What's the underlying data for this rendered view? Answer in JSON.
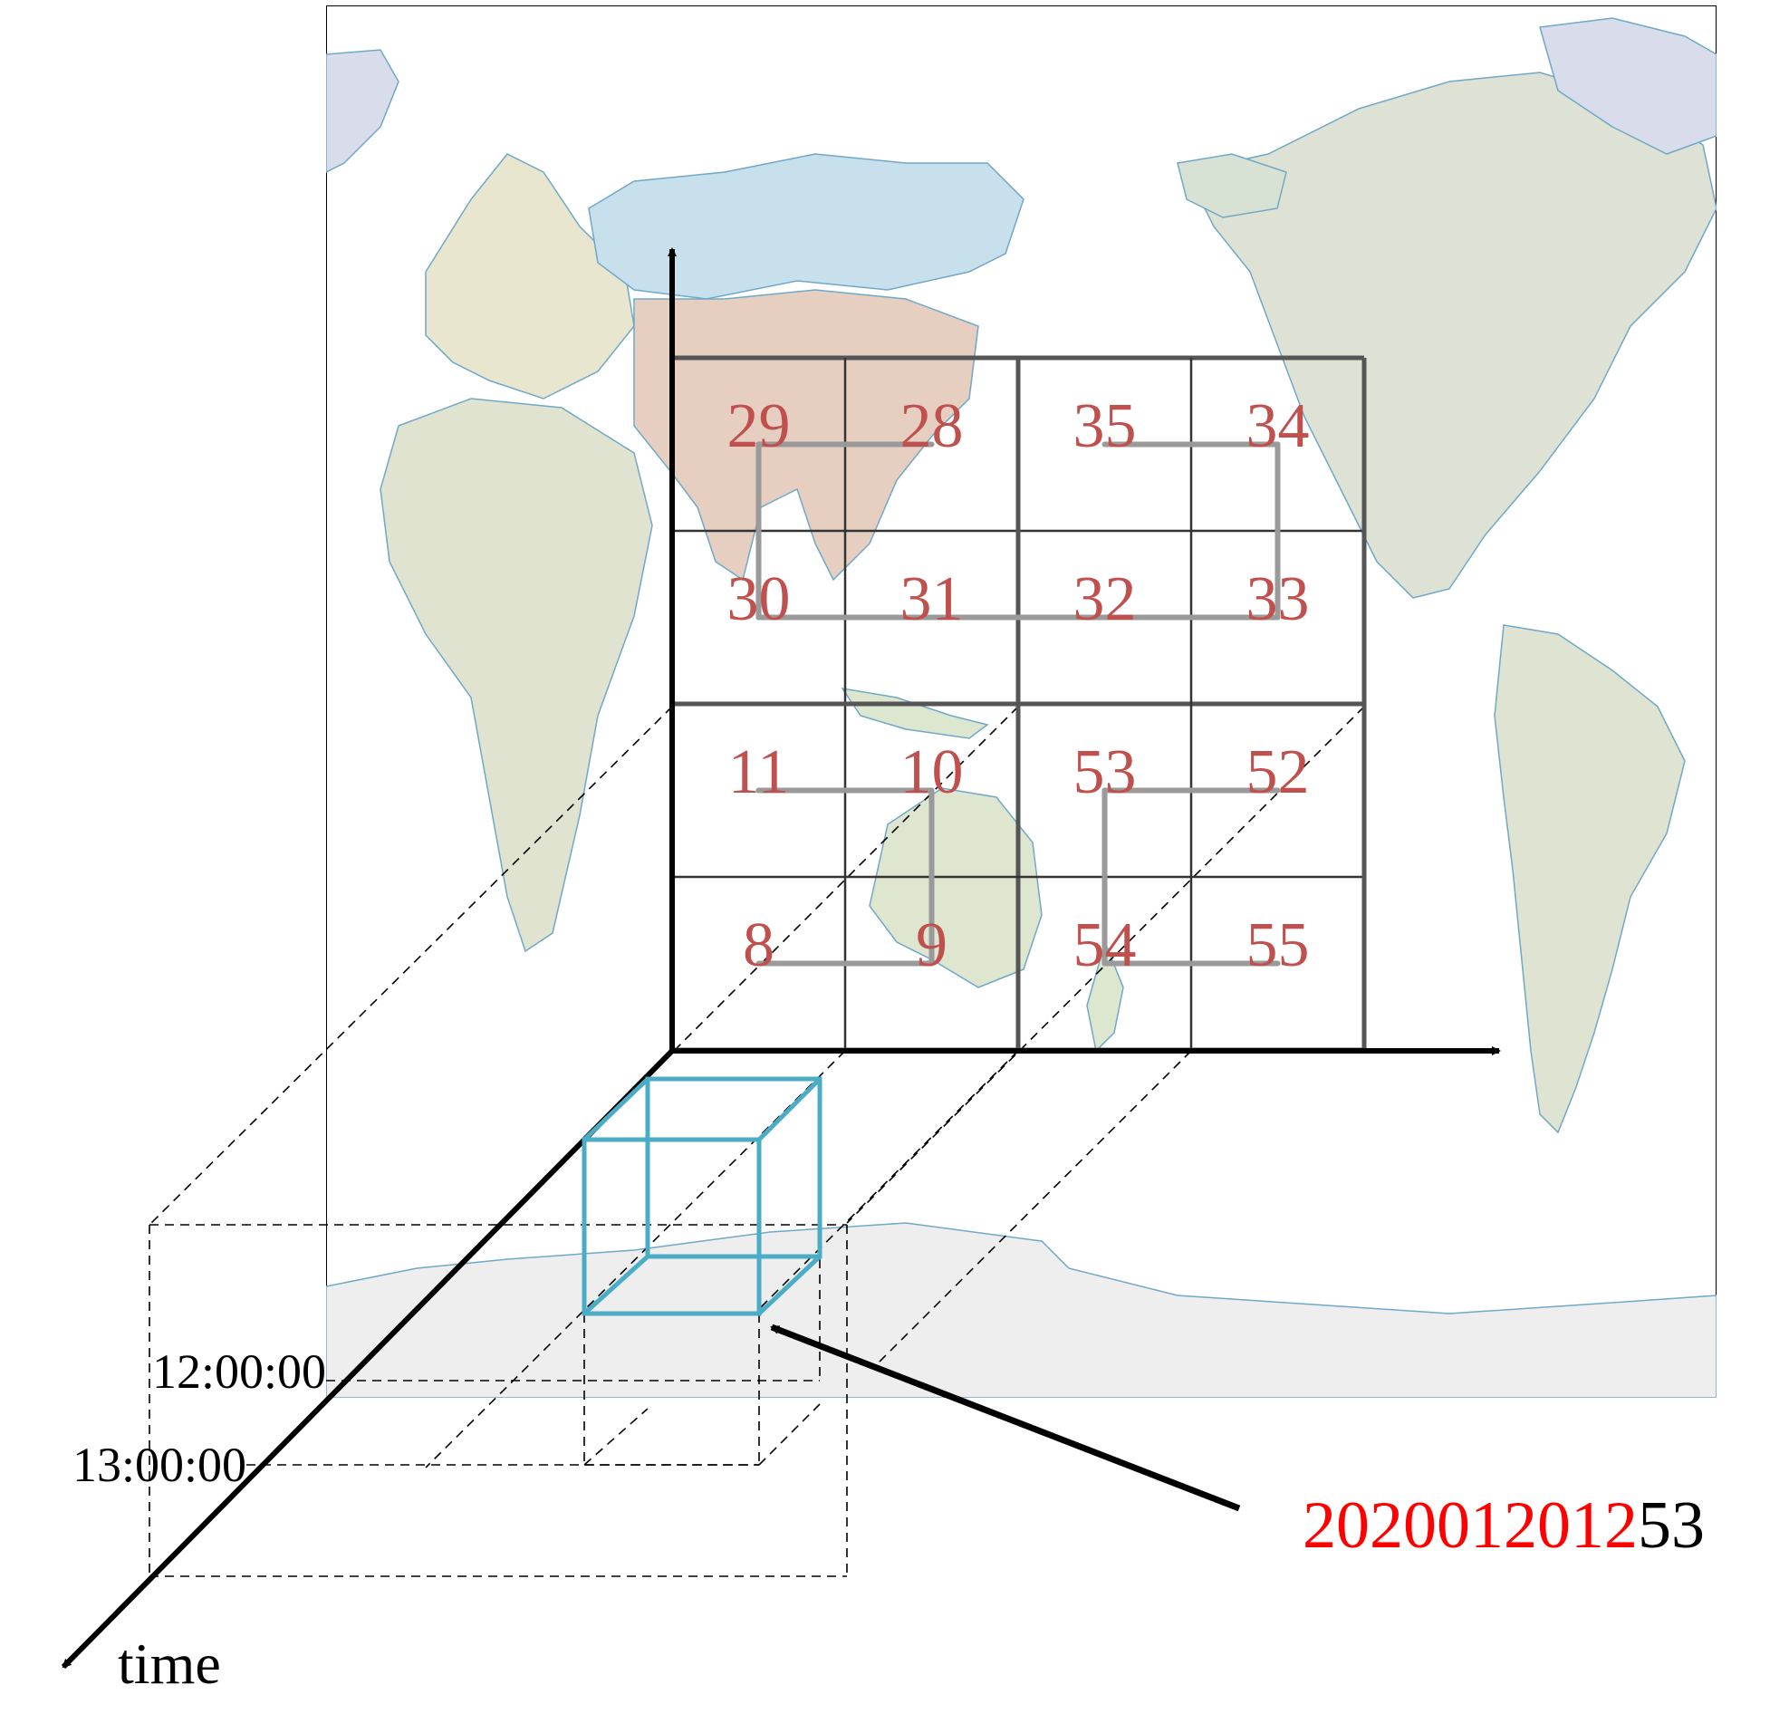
{
  "grid": {
    "cells": [
      {
        "code": "29",
        "row": 0,
        "col": 0
      },
      {
        "code": "28",
        "row": 0,
        "col": 1
      },
      {
        "code": "35",
        "row": 0,
        "col": 2
      },
      {
        "code": "34",
        "row": 0,
        "col": 3
      },
      {
        "code": "30",
        "row": 1,
        "col": 0
      },
      {
        "code": "31",
        "row": 1,
        "col": 1
      },
      {
        "code": "32",
        "row": 1,
        "col": 2
      },
      {
        "code": "33",
        "row": 1,
        "col": 3
      },
      {
        "code": "11",
        "row": 2,
        "col": 0
      },
      {
        "code": "10",
        "row": 2,
        "col": 1
      },
      {
        "code": "53",
        "row": 2,
        "col": 2
      },
      {
        "code": "52",
        "row": 2,
        "col": 3
      },
      {
        "code": "8",
        "row": 3,
        "col": 0
      },
      {
        "code": "9",
        "row": 3,
        "col": 1
      },
      {
        "code": "54",
        "row": 3,
        "col": 2
      },
      {
        "code": "55",
        "row": 3,
        "col": 3
      }
    ],
    "cell_color": "#c0504d",
    "curve_color": "#9a9a9a"
  },
  "time_axis": {
    "label": "time",
    "ticks": [
      "12:00:00",
      "13:00:00"
    ]
  },
  "code": {
    "prefix": "2020012012",
    "suffix": "53",
    "prefix_color": "#ff0000",
    "suffix_color": "#000000"
  },
  "cube_color": "#4bacc6"
}
